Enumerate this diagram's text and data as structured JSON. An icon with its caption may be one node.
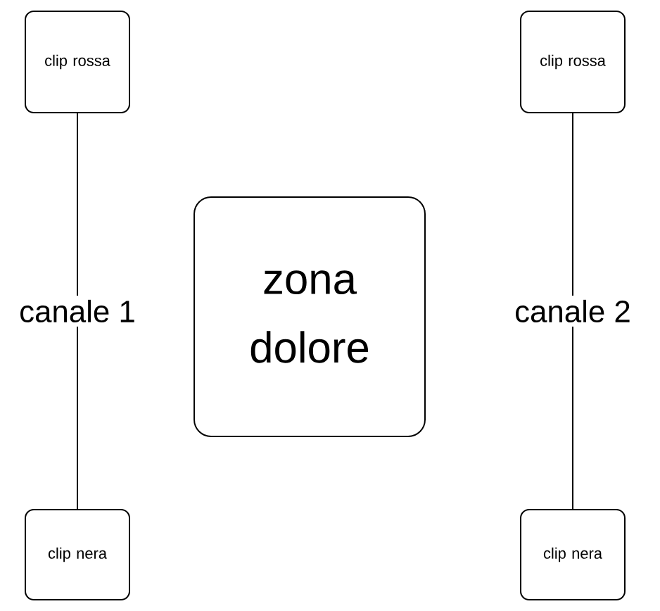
{
  "diagram": {
    "nodes": [
      {
        "text": [
          "clip rossa"
        ]
      },
      {
        "text": [
          "clip nera"
        ]
      },
      {
        "text": [
          "zona dolore"
        ]
      },
      {
        "text": [
          "clip rossa"
        ]
      },
      {
        "text": [
          "clip nera"
        ]
      }
    ],
    "edges": [
      {
        "from": 0,
        "to": 1,
        "arrow": "none",
        "label": "canale 1"
      },
      {
        "from": 3,
        "to": 4,
        "arrow": "none",
        "label": "canale 2"
      }
    ]
  }
}
